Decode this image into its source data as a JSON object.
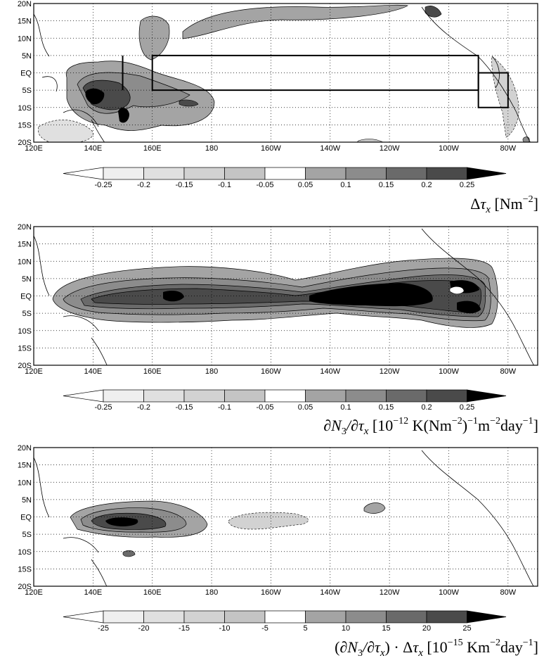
{
  "map": {
    "lon_ticks": [
      "120E",
      "140E",
      "160E",
      "180",
      "160W",
      "140W",
      "120W",
      "100W",
      "80W"
    ],
    "lat_ticks": [
      "20N",
      "15N",
      "10N",
      "5N",
      "EQ",
      "5S",
      "10S",
      "15S",
      "20S"
    ],
    "colors": {
      "neg_shades": [
        "#ffffff",
        "#efefef",
        "#e0e0e0",
        "#d2d2d2",
        "#c4c4c4"
      ],
      "zero": "#ffffff",
      "pos_shades": [
        "#a4a4a4",
        "#8c8c8c",
        "#6a6a6a",
        "#4a4a4a",
        "#000000"
      ]
    }
  },
  "panels": [
    {
      "id": "tau",
      "unit_label": "Δτ_x [Nm^-2]",
      "unit_parts": [
        "Δτ",
        "x",
        " [Nm",
        "−2",
        "]"
      ],
      "colorbar": [
        "-0.25",
        "-0.2",
        "-0.15",
        "-0.1",
        "-0.05",
        "0.05",
        "0.1",
        "0.15",
        "0.2",
        "0.25"
      ],
      "boxes": [
        {
          "lon": [
            160,
            270
          ],
          "lat": [
            -5,
            5
          ]
        },
        {
          "lon": [
            150,
            150
          ],
          "lat": [
            -5,
            5
          ]
        },
        {
          "lon": [
            270,
            280
          ],
          "lat": [
            -10,
            0
          ]
        }
      ]
    },
    {
      "id": "sens",
      "unit_label": "∂N3/∂τx [10^-12 K(Nm^-2)^-1 m^-2 day^-1]",
      "colorbar": [
        "-0.25",
        "-0.2",
        "-0.15",
        "-0.1",
        "-0.05",
        "0.05",
        "0.1",
        "0.15",
        "0.2",
        "0.25"
      ]
    },
    {
      "id": "prod",
      "unit_label": "(∂N3/∂τx)·Δτx [10^-15 Km^-2 day^-1]",
      "colorbar": [
        "-25",
        "-20",
        "-15",
        "-10",
        "-5",
        "5",
        "10",
        "15",
        "20",
        "25"
      ]
    }
  ]
}
